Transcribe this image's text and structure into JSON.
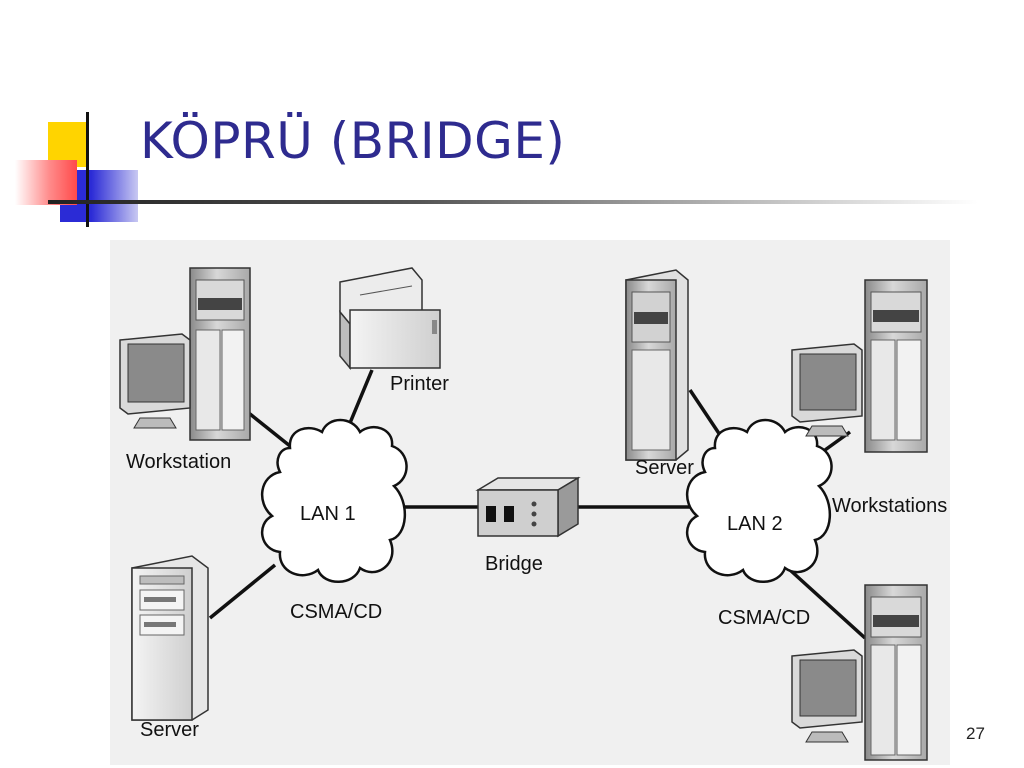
{
  "slide": {
    "title": "KÖPRÜ (BRIDGE)",
    "page_number": "27"
  },
  "diagram": {
    "labels": {
      "workstation": "Workstation",
      "printer": "Printer",
      "server_left": "Server",
      "lan1": "LAN 1",
      "csma_left": "CSMA/CD",
      "bridge": "Bridge",
      "lan2": "LAN 2",
      "server_right": "Server",
      "workstations": "Workstations",
      "csma_right": "CSMA/CD"
    },
    "colors": {
      "title": "#2e2b8f",
      "accent_yellow": "#ffd400",
      "accent_blue": "#2b2bd6",
      "accent_red": "#ff5a5a",
      "diagram_bg": "#f0f0f0"
    }
  }
}
